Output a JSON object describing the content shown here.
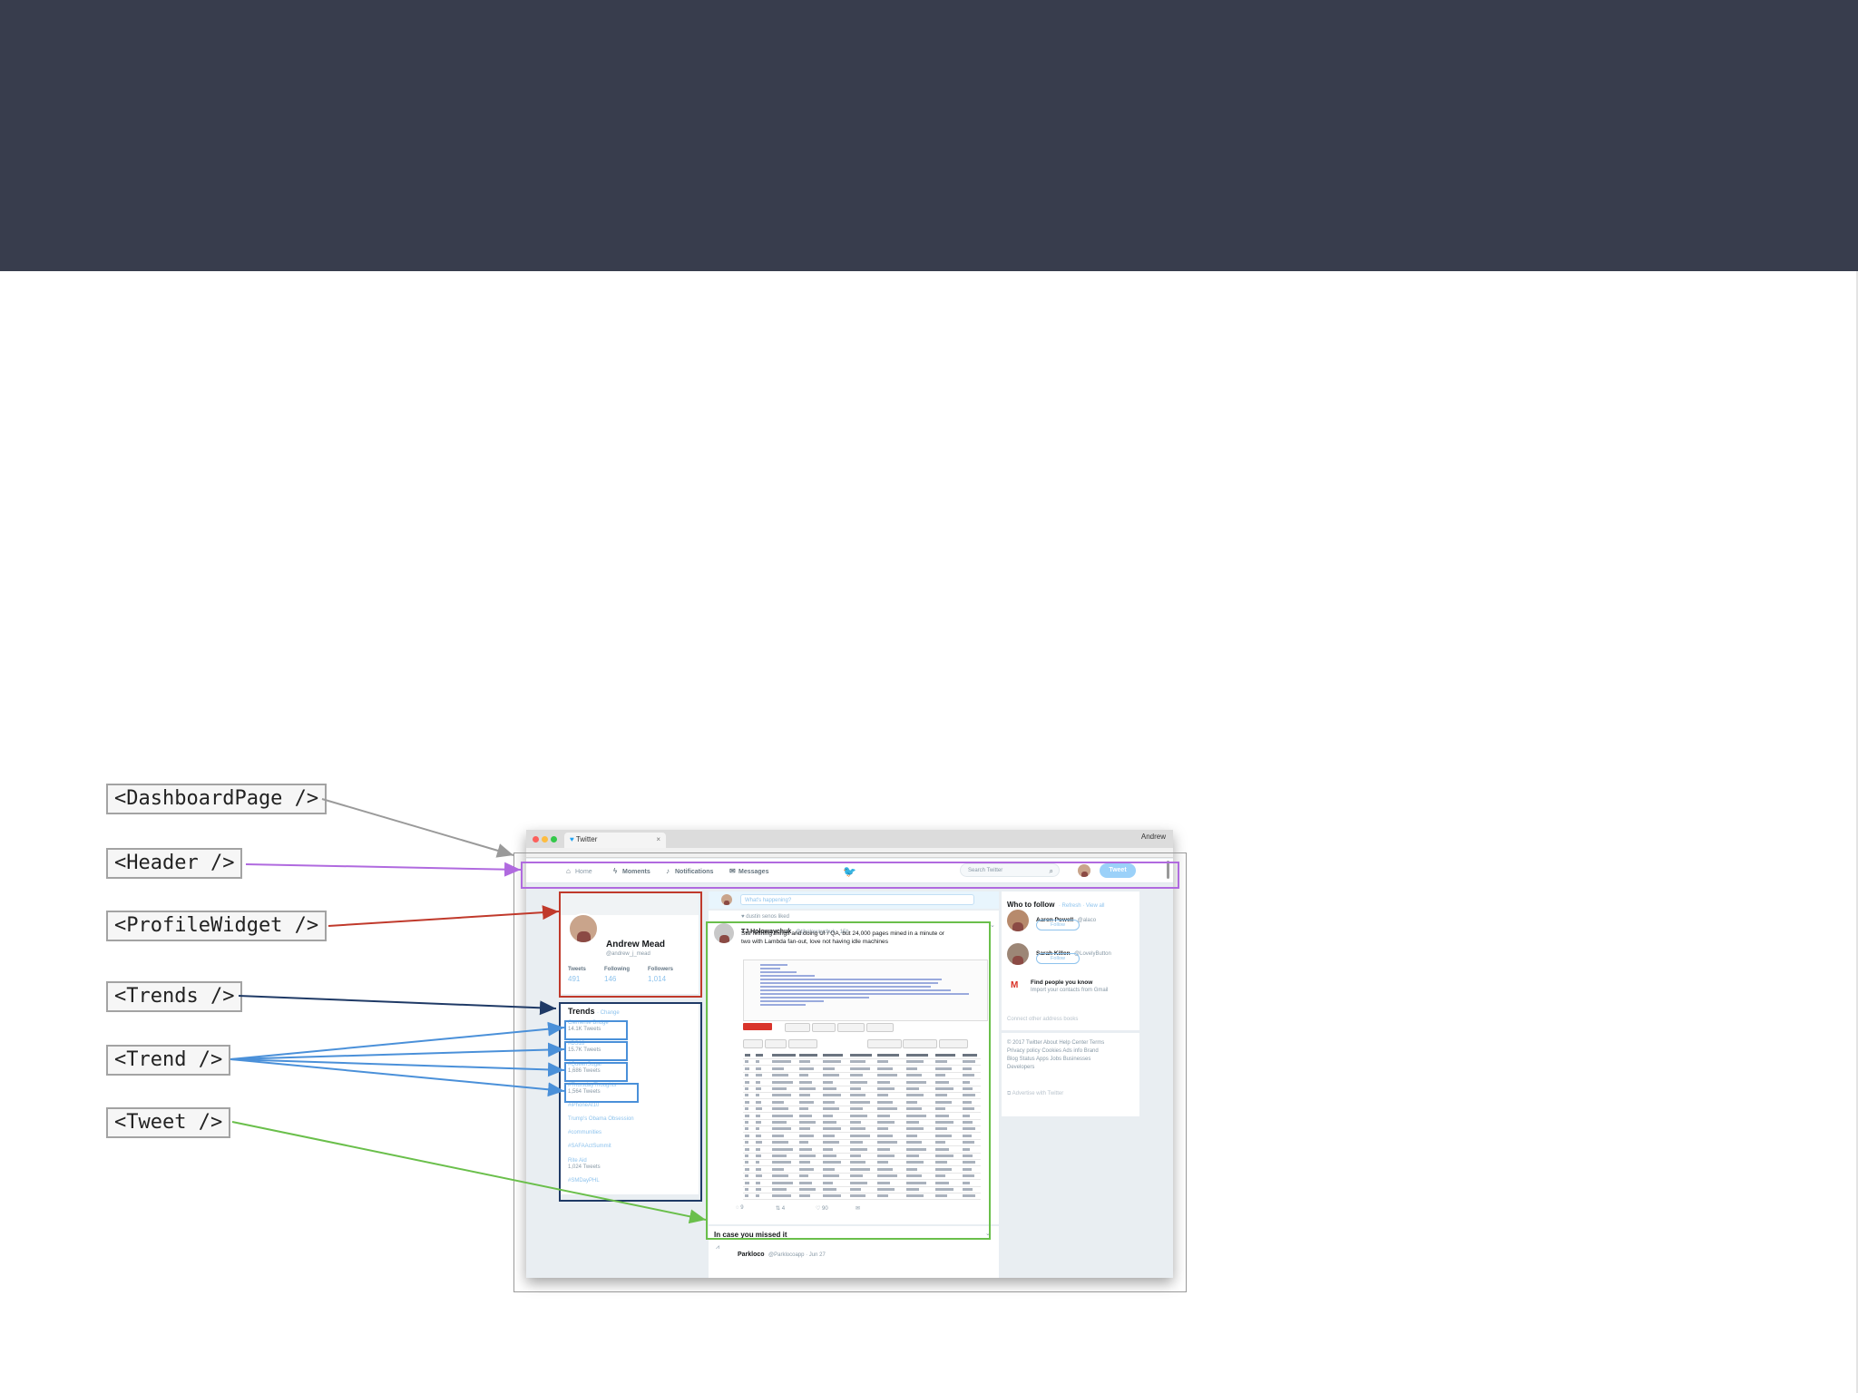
{
  "labels": {
    "dashboard_page": "<DashboardPage />",
    "header": "<Header />",
    "profile_widget": "<ProfileWidget />",
    "trends": "<Trends />",
    "trend": "<Trend />",
    "tweet": "<Tweet />"
  },
  "colors": {
    "banner": "#383d4d",
    "dashboard_page": "#9a9a9a",
    "header": "#b06adf",
    "profile_widget": "#c0392b",
    "trends": "#1f3a66",
    "trend": "#4a90d9",
    "tweet": "#6abf4b"
  },
  "browser": {
    "tab_title": "Twitter",
    "user": "Andrew"
  },
  "twitter": {
    "nav": [
      "Home",
      "Moments",
      "Notifications",
      "Messages"
    ],
    "search_placeholder": "Search Twitter",
    "tweet_button": "Tweet",
    "compose_placeholder": "What's happening?",
    "profile": {
      "name": "Andrew Mead",
      "handle": "@andrew_j_mead",
      "stats": [
        {
          "label": "Tweets",
          "value": "491"
        },
        {
          "label": "Following",
          "value": "146"
        },
        {
          "label": "Followers",
          "value": "1,014"
        }
      ]
    },
    "trends_title": "Trends",
    "trends_change": "· Change",
    "trends": [
      {
        "name": "Clemente Bridge",
        "count": "14.1K Tweets"
      },
      {
        "name": "#DS18",
        "count": "15.7K Tweets"
      },
      {
        "name": "#QueenSugar",
        "count": "1,686 Tweets"
      },
      {
        "name": "#ThursdayThoughts",
        "count": "1,564 Tweets"
      },
      {
        "name": "#iPhoneAt10",
        "count": ""
      },
      {
        "name": "Trump's Obama Obsession",
        "count": ""
      },
      {
        "name": "#communities",
        "count": ""
      },
      {
        "name": "#SAFAActSummit",
        "count": ""
      },
      {
        "name": "Rite Aid",
        "count": "1,024 Tweets"
      },
      {
        "name": "#SMDayPHL",
        "count": ""
      }
    ],
    "tweet": {
      "context": "dustin senos liked",
      "author": "TJ Holowaychuk",
      "handle": "@tjholowaychuk · 15h",
      "text_line1": "Still refining things and doing UI / QA, but 24,000 pages mined in a minute or",
      "text_line2": "two with Lambda fan-out, love not having idle machines",
      "actions": [
        "9",
        "4",
        "90"
      ]
    },
    "missed_title": "In case you missed it",
    "missed_item": "Parkloco",
    "missed_handle": "@Parklocoapp · Jun 27",
    "who_to_follow": "Who to follow",
    "who_links": "· Refresh · View all",
    "follow_label": "Follow",
    "suggestions": [
      {
        "name": "Aaron Powell",
        "handle": "@alaco"
      },
      {
        "name": "Sarah Killen",
        "handle": "@LovelyButton"
      }
    ],
    "find_people": "Find people you know",
    "find_people_sub": "Import your contacts from Gmail",
    "connect_other": "Connect other address books",
    "footer_lines": [
      "© 2017 Twitter  About  Help Center  Terms",
      "Privacy policy  Cookies  Ads info  Brand",
      "Blog  Status  Apps  Jobs  Businesses",
      "Developers"
    ],
    "advertise": "Advertise with Twitter"
  }
}
